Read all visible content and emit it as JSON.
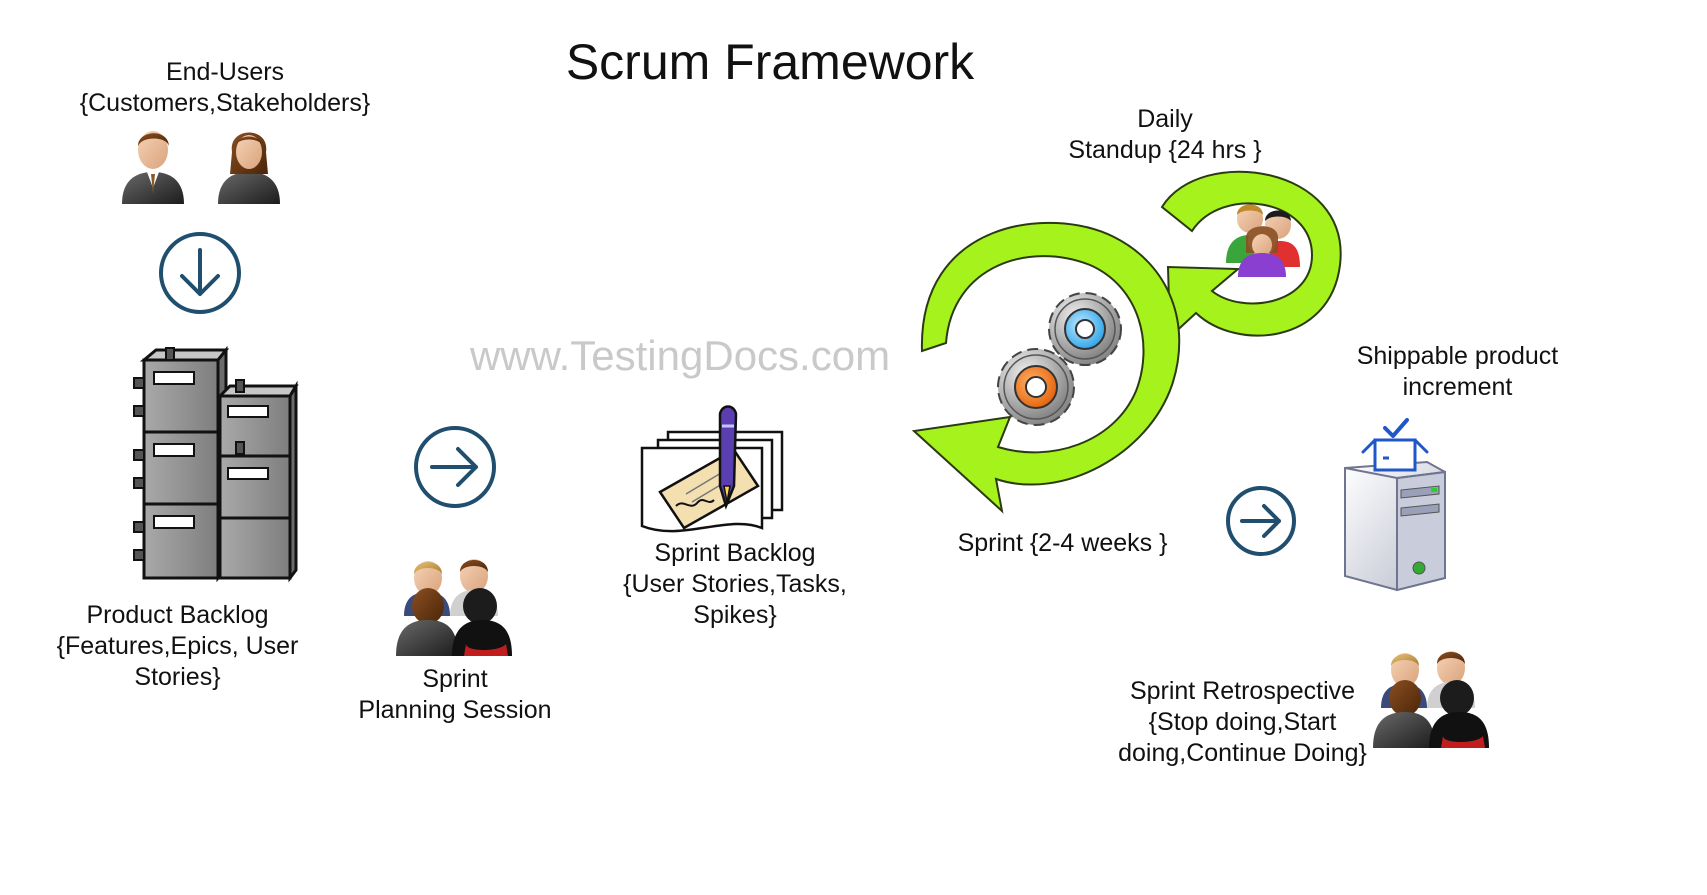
{
  "title": "Scrum Framework",
  "watermark": "www.TestingDocs.com",
  "colors": {
    "arrow_circle": "#1f4e6e",
    "loop_green": "#a6f21c",
    "loop_edge": "#2b3a12",
    "cabinet": "#8c8c8c",
    "server": "#d9dce6",
    "gear_orange": "#ff7a1a",
    "gear_blue": "#38b6ff"
  },
  "end_users": {
    "label_line1": "End-Users",
    "label_line2": "{Customers,Stakeholders}",
    "icons": [
      "businessman-icon",
      "businesswoman-icon"
    ]
  },
  "product_backlog": {
    "label_line1": "Product Backlog",
    "label_line2": "{Features,Epics, User",
    "label_line3": "Stories}",
    "icon": "filing-cabinets-icon"
  },
  "sprint_planning": {
    "label_line1": "Sprint",
    "label_line2": "Planning Session",
    "icon": "team-meeting-icon"
  },
  "sprint_backlog": {
    "label_line1": "Sprint Backlog",
    "label_line2": "{User Stories,Tasks,",
    "label_line3": "Spikes}",
    "icon": "document-pen-icon"
  },
  "daily_standup": {
    "label_line1": "Daily",
    "label_line2": "Standup {24 hrs }",
    "icon": "group-people-icon"
  },
  "sprint": {
    "label": "Sprint {2-4 weeks }",
    "icon": "gears-icon"
  },
  "shippable": {
    "label_line1": "Shippable product",
    "label_line2": "increment",
    "icon": "server-box-icon"
  },
  "retrospective": {
    "label_line1": "Sprint Retrospective",
    "label_line2": "{Stop doing,Start",
    "label_line3": "doing,Continue Doing}",
    "icon": "team-meeting-icon"
  },
  "flow_arrows": [
    "arrow-down-circle-icon",
    "arrow-right-circle-icon",
    "arrow-right-circle-icon"
  ]
}
